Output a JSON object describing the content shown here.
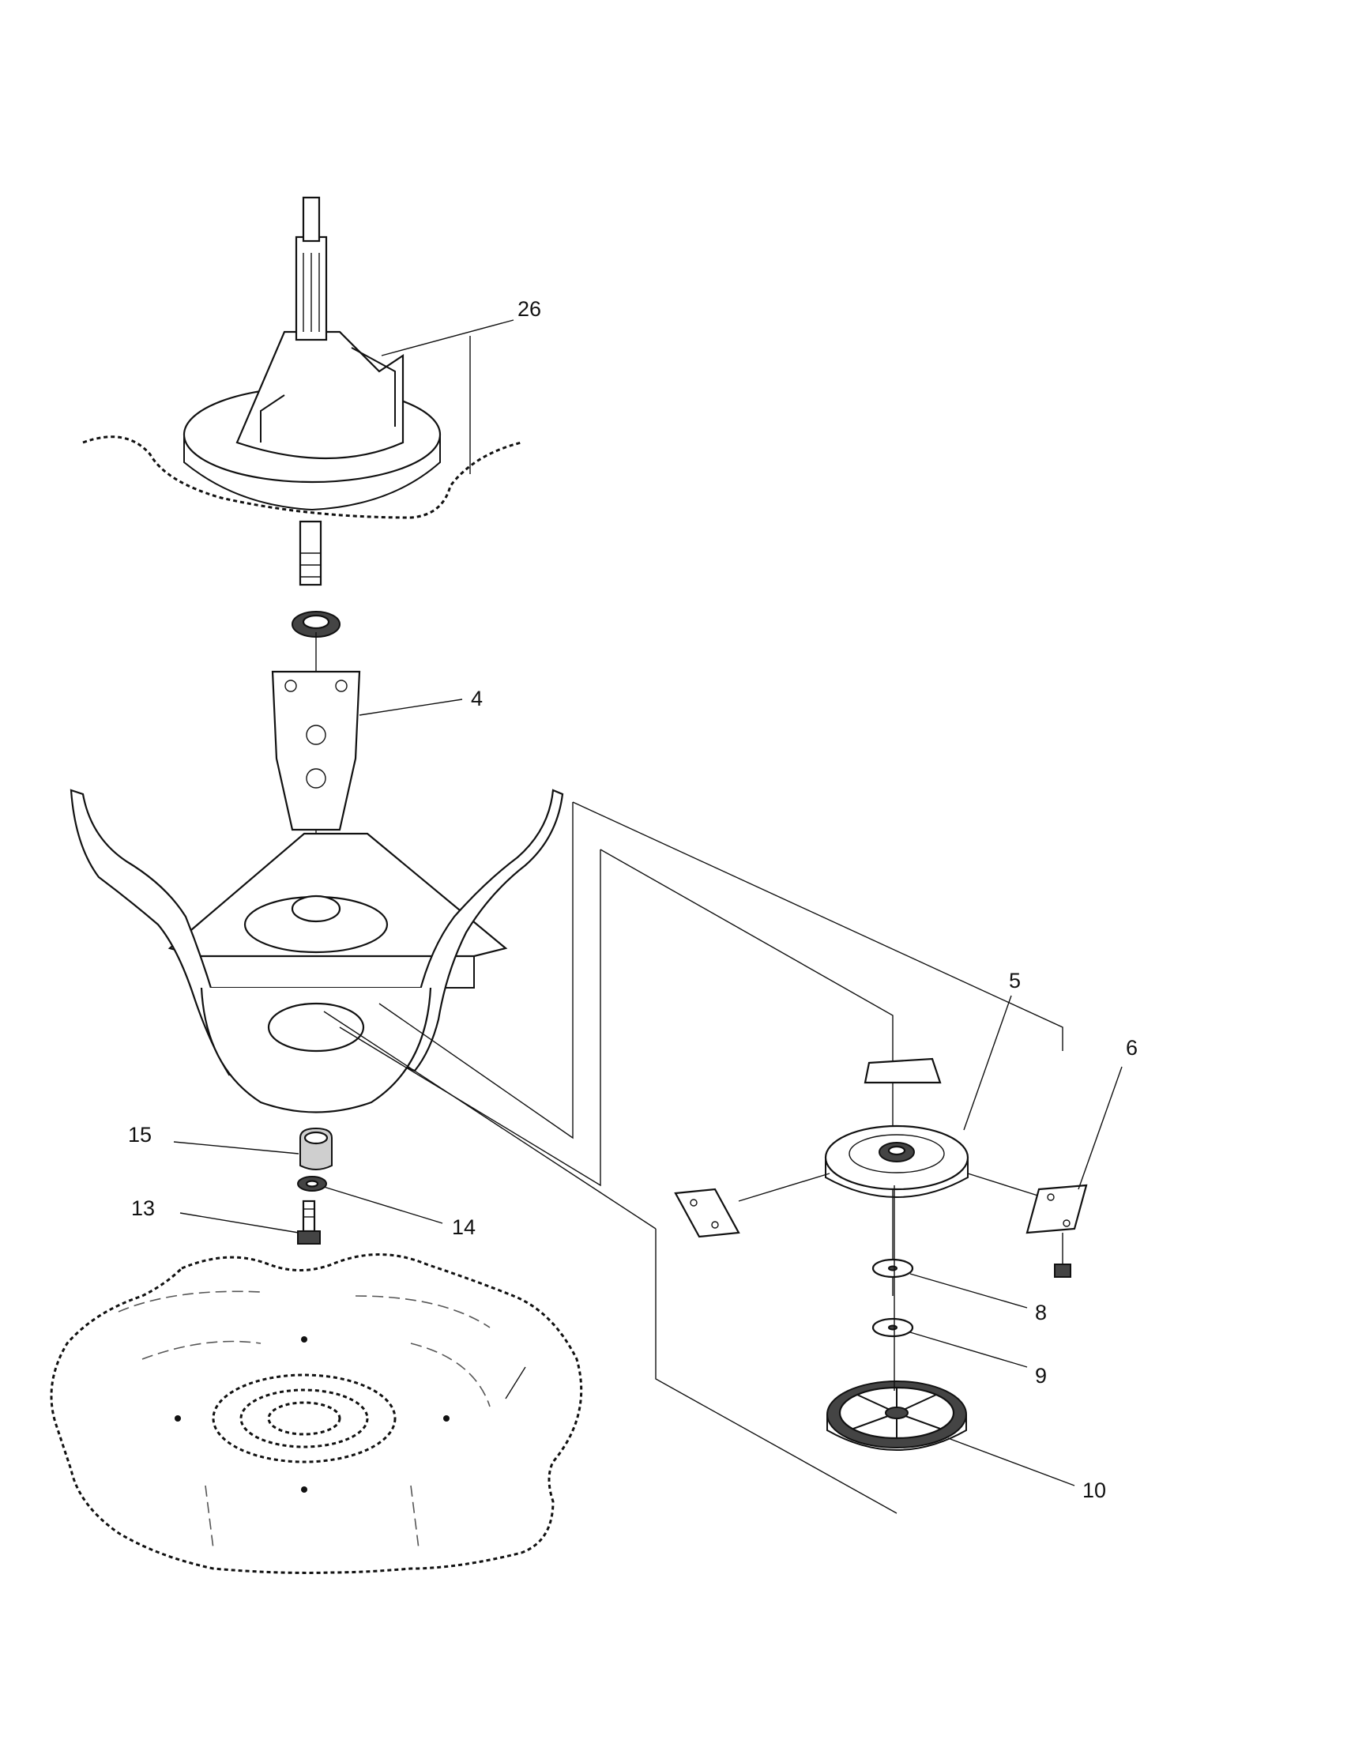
{
  "diagram": {
    "callouts": [
      {
        "key": "26",
        "label": "26"
      },
      {
        "key": "4",
        "label": "4"
      },
      {
        "key": "5",
        "label": "5"
      },
      {
        "key": "6",
        "label": "6"
      },
      {
        "key": "15",
        "label": "15"
      },
      {
        "key": "13",
        "label": "13"
      },
      {
        "key": "14",
        "label": "14"
      },
      {
        "key": "8",
        "label": "8"
      },
      {
        "key": "9",
        "label": "9"
      },
      {
        "key": "10",
        "label": "10"
      }
    ]
  }
}
